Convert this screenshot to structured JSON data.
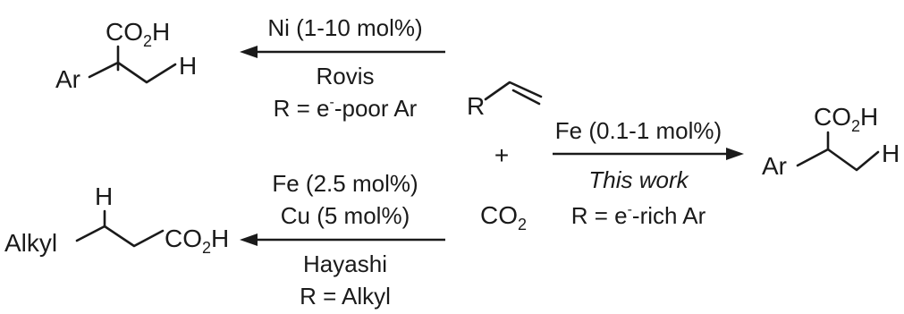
{
  "top_left_product": {
    "acid": {
      "main": "CO",
      "sub": "2",
      "tail": "H"
    },
    "aryl": "Ar",
    "hydrogen": "H"
  },
  "top_arrow": {
    "above": "Ni (1-10 mol%)",
    "below1": "Rovis",
    "below2_pre": "R = e",
    "below2_sup": "-",
    "below2_post": "-poor Ar"
  },
  "alkene": {
    "r": "R"
  },
  "plus": "+",
  "co2": {
    "main": "CO",
    "sub": "2"
  },
  "right_arrow": {
    "above": "Fe (0.1-1 mol%)",
    "below": "This work",
    "cond_pre": "R = e",
    "cond_sup": "-",
    "cond_post": "-rich Ar"
  },
  "right_product": {
    "acid": {
      "main": "CO",
      "sub": "2",
      "tail": "H"
    },
    "aryl": "Ar",
    "hydrogen": "H"
  },
  "bottom_arrow": {
    "above1": "Fe (2.5 mol%)",
    "above2": "Cu (5 mol%)",
    "below1": "Hayashi",
    "below2": "R = Alkyl"
  },
  "bottom_left_product": {
    "hydrogen": "H",
    "alkyl": "Alkyl",
    "acid": {
      "main": "CO",
      "sub": "2",
      "tail": "H"
    }
  }
}
